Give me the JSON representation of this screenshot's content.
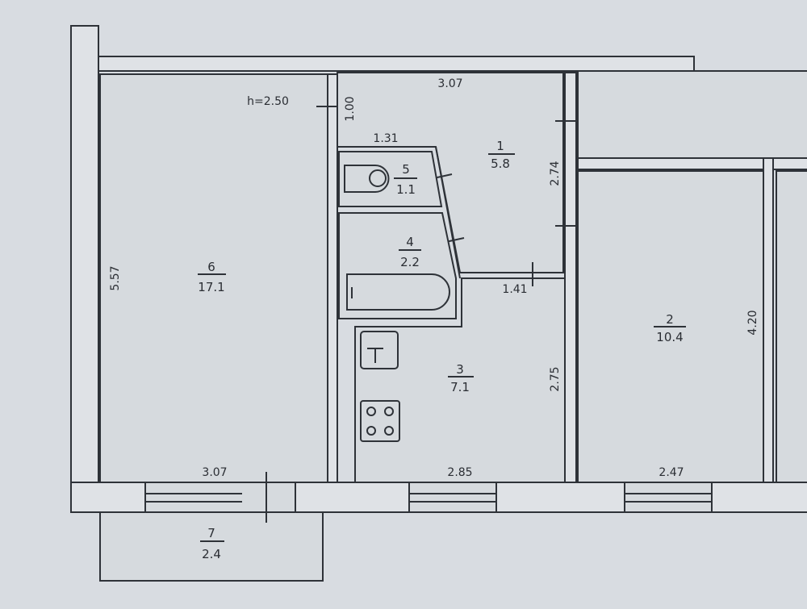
{
  "title": "Apartment floor plan",
  "ceiling_height": "h=2.50",
  "rooms": [
    {
      "number": "1",
      "area": "5.8"
    },
    {
      "number": "2",
      "area": "10.4"
    },
    {
      "number": "3",
      "area": "7.1"
    },
    {
      "number": "4",
      "area": "2.2"
    },
    {
      "number": "5",
      "area": "1.1"
    },
    {
      "number": "6",
      "area": "17.1"
    },
    {
      "number": "7",
      "area": "2.4"
    }
  ],
  "dimensions": {
    "room1_top": "3.07",
    "room1_door_height": "1.00",
    "wc_width": "1.31",
    "room1_right": "2.74",
    "room3_top": "1.41",
    "room3_right": "2.75",
    "room3_bottom": "2.85",
    "room6_left": "5.57",
    "room6_bottom": "3.07",
    "room2_right": "4.20",
    "room2_bottom": "2.47"
  }
}
